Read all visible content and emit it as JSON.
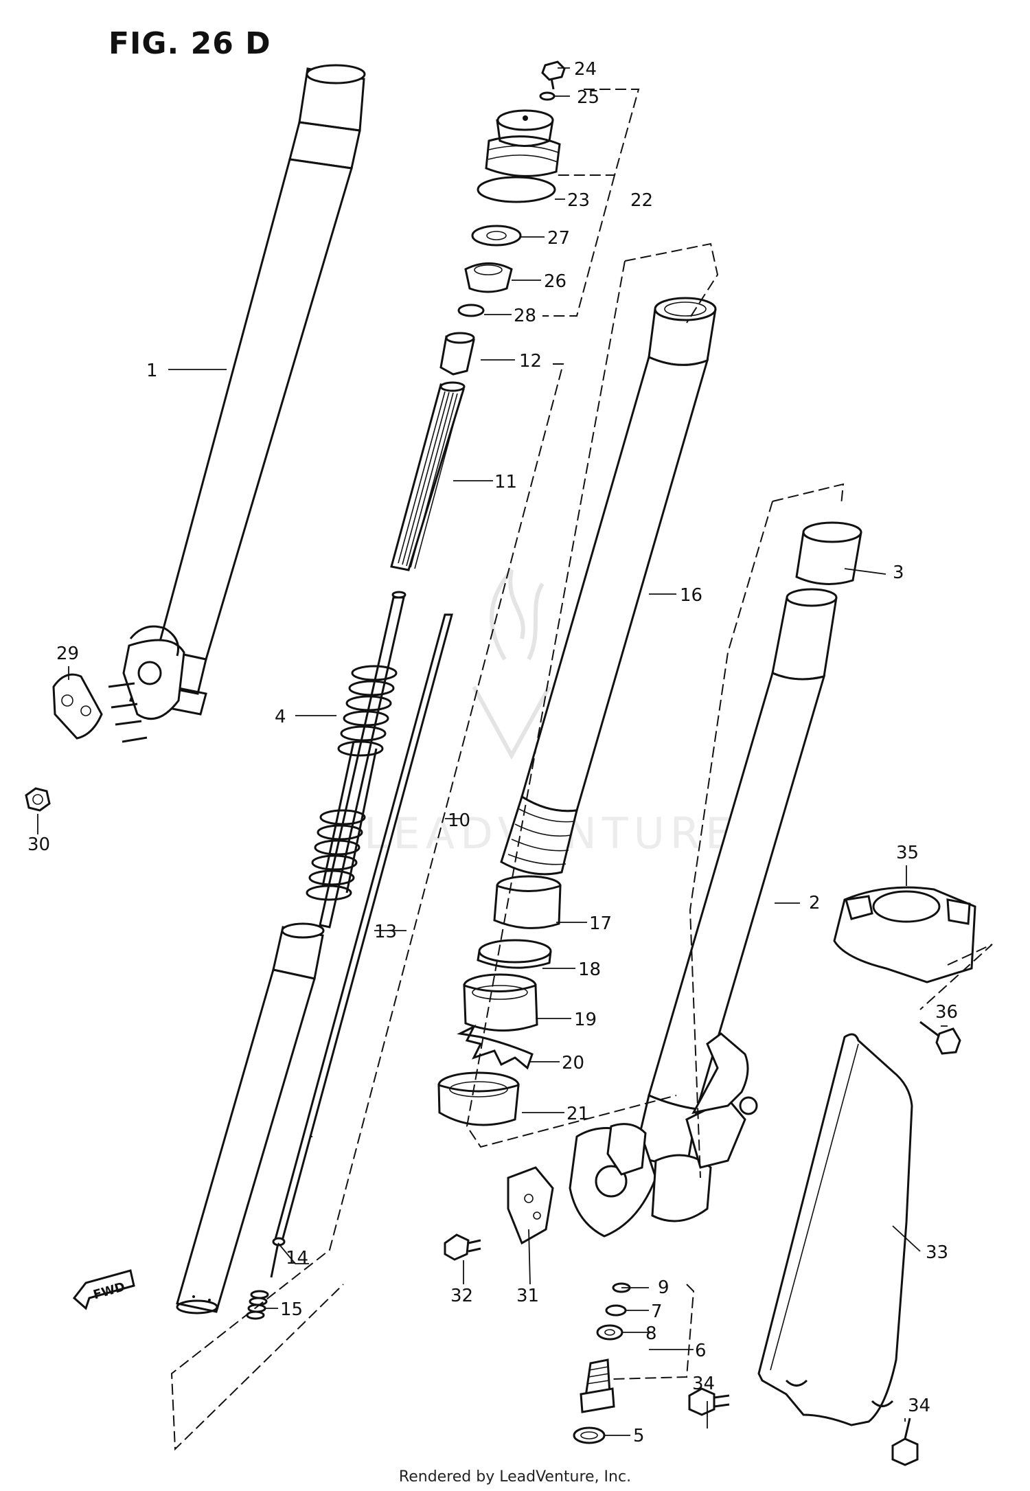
{
  "figure": {
    "title": "FIG. 26 D"
  },
  "footer": {
    "text": "Rendered by LeadVenture, Inc."
  },
  "watermark": {
    "text": "LEADVENTURE"
  },
  "fwd_marker": {
    "text": "FWD"
  },
  "callouts": {
    "c1": "1",
    "c2": "2",
    "c3": "3",
    "c4": "4",
    "c5": "5",
    "c6": "6",
    "c7": "7",
    "c8": "8",
    "c9": "9",
    "c10": "10",
    "c11": "11",
    "c12": "12",
    "c13": "13",
    "c14": "14",
    "c15": "15",
    "c16": "16",
    "c17": "17",
    "c18": "18",
    "c19": "19",
    "c20": "20",
    "c21": "21",
    "c22": "22",
    "c23": "23",
    "c24": "24",
    "c25": "25",
    "c26": "26",
    "c27": "27",
    "c28": "28",
    "c29": "29",
    "c30": "30",
    "c31": "31",
    "c32": "32",
    "c33": "33",
    "c34a": "34",
    "c34b": "34",
    "c35": "35",
    "c36": "36"
  },
  "colors": {
    "ink": "#111111",
    "background": "#ffffff",
    "watermark": "#e4e4e4"
  }
}
